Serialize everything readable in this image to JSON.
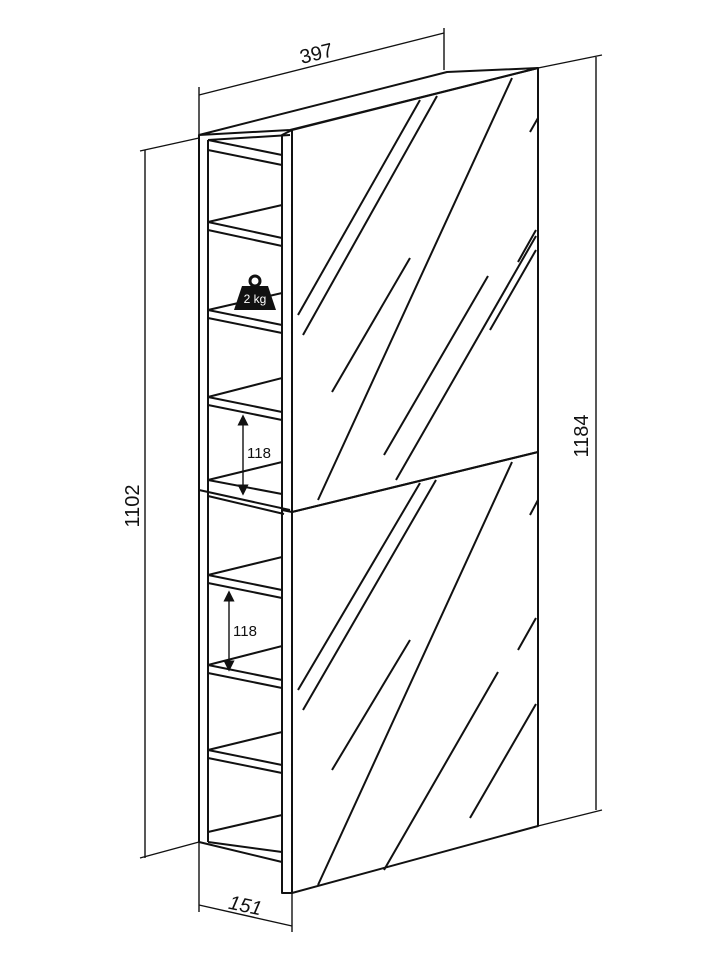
{
  "dimensions": {
    "width": "397",
    "depth": "151",
    "height_carcass": "1102",
    "height_total": "1184",
    "shelf_spacing_upper": "118",
    "shelf_spacing_lower": "118"
  },
  "load_badge": {
    "label": "2 kg",
    "icon": "weight-icon"
  },
  "colors": {
    "line": "#111111",
    "background": "#ffffff"
  }
}
